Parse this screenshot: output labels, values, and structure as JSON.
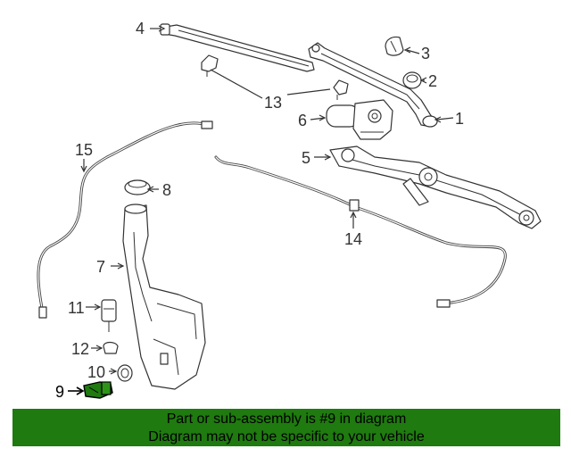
{
  "diagram": {
    "callouts": {
      "c1": "1",
      "c2": "2",
      "c3": "3",
      "c4": "4",
      "c5": "5",
      "c6": "6",
      "c7": "7",
      "c8": "8",
      "c9": "9",
      "c10": "10",
      "c11": "11",
      "c12": "12",
      "c13": "13",
      "c14": "14",
      "c15": "15"
    },
    "highlighted_part": "9",
    "highlight_color": "#1f7a0f"
  },
  "banner": {
    "line1": "Part or sub-assembly is #9 in diagram",
    "line2": "Diagram may not be specific to your vehicle",
    "background": "#1f7a0f"
  }
}
